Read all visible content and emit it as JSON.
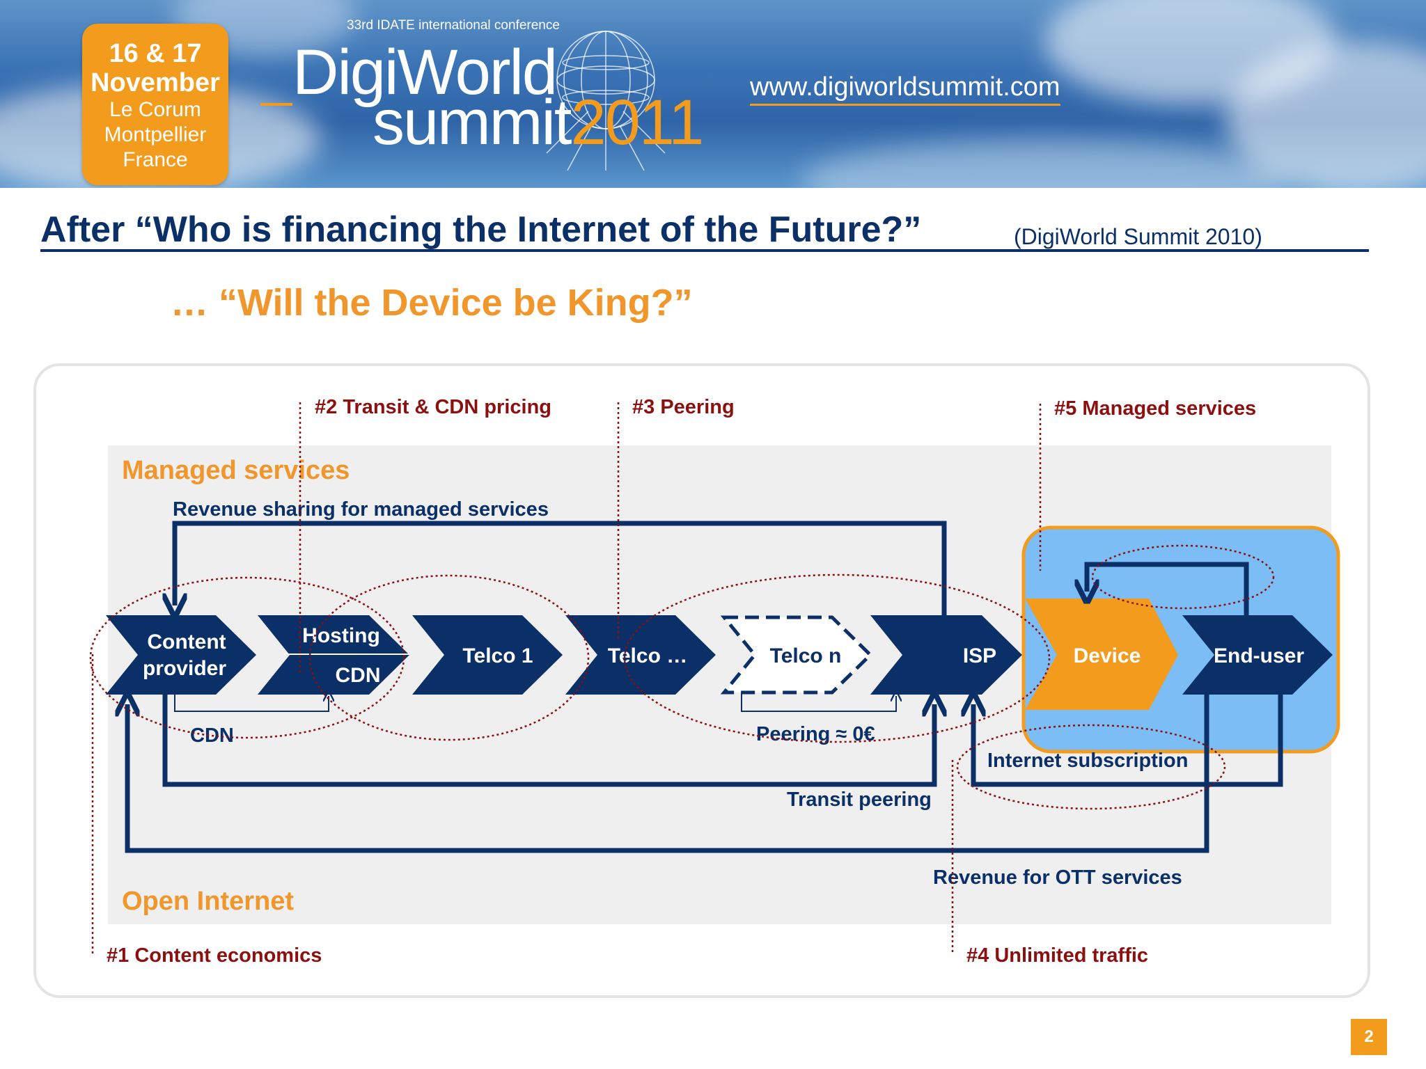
{
  "banner": {
    "date_lines": [
      "16 & 17",
      "November"
    ],
    "venue_lines": [
      "Le Corum",
      "Montpellier",
      "France"
    ],
    "conference": "33rd IDATE international conference",
    "logo_word1": "DigiWorld",
    "logo_word2": "summit",
    "logo_year": "2011",
    "url": "www.digiworldsummit.com"
  },
  "title": "After “Who is financing the Internet of the Future?”",
  "title_source": "(DigiWorld Summit 2010)",
  "subtitle": "… “Will the Device be King?”",
  "diagram": {
    "zones": {
      "managed": "Managed services",
      "open": "Open Internet"
    },
    "callouts": {
      "c1": "#1 Content economics",
      "c2": "#2 Transit & CDN pricing",
      "c3": "#3 Peering",
      "c4": "#4 Unlimited traffic",
      "c5": "#5 Managed services"
    },
    "chain": {
      "content_provider": [
        "Content",
        "provider"
      ],
      "hosting": "Hosting",
      "cdn": "CDN",
      "telco1": "Telco 1",
      "telco_dots": "Telco …",
      "telco_n": "Telco n",
      "isp": "ISP",
      "device": "Device",
      "end_user": "End-user"
    },
    "flows": {
      "revenue_sharing": "Revenue sharing for managed services",
      "cdn_loop": "CDN",
      "peering": "Peering ≈ 0€",
      "internet_subscription": "Internet subscription",
      "transit_peering": "Transit peering",
      "ott_revenue": "Revenue for OTT services"
    }
  },
  "colors": {
    "navy": "#0b2f67",
    "orange": "#f29b1d",
    "callout_red": "#8b1010",
    "light_blue": "#7dbdf6"
  },
  "page_number": "2"
}
